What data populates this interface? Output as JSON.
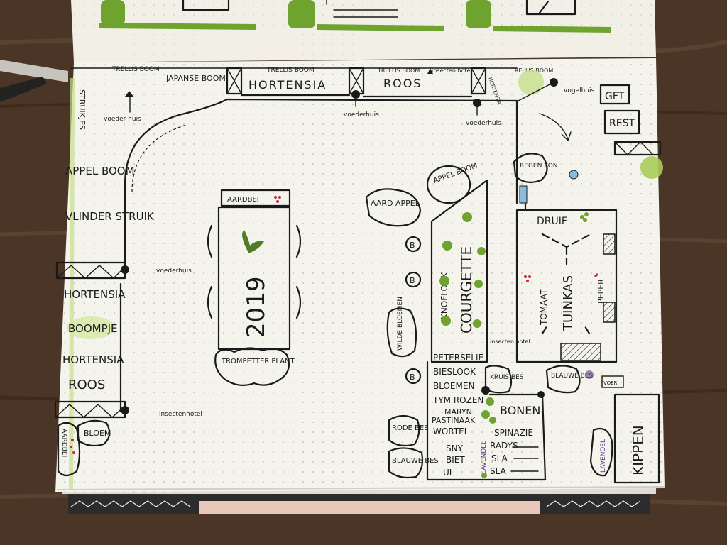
{
  "labels": {
    "trellis_boom_1": "TRELLIS BOOM",
    "trellis_boom_2": "TRELLIS BOOM",
    "trellis_boom_3": "TRELLIS BOOM",
    "trellis_boom_4": "TRELLIS BOOM",
    "japanse_boom": "JAPANSE BOOM",
    "hortensia_top": "HORTENSIA",
    "roos_top": "ROOS",
    "insecten_hotel_top": "insecten hotel",
    "hortensia_small": "HORTENSIA",
    "vogelhuis": "vogelhuis",
    "gft": "GFT",
    "rest": "REST",
    "struikjes": "STRUIKJES",
    "voederhuis_top_left": "voeder huis",
    "voederhuis_mid": "voederhuis",
    "voederhuis_right": "voederhuis",
    "appel_boom_left": "APPEL BOOM",
    "vlinder_struik": "VLINDER STRUIK",
    "voederhuis_left": "voederhuis",
    "hortensia_left_1": "HORTENSIA",
    "boompje": "BOOMPJE",
    "hortensia_left_2": "HORTENSIA",
    "roos_left": "ROOS",
    "insectenhotel_left": "insectenhotel",
    "aardbei_left": "AARDBEI",
    "bloem": "BLOEM",
    "aardbei_top": "AARDBEI",
    "year": "2019",
    "trompetter_plant": "TROMPETTER PLANT",
    "aard_appel": "AARD APPEL",
    "appel_boom_mid": "APPEL BOOM",
    "b1": "B",
    "b2": "B",
    "b3": "B",
    "wilde_bloemen": "WILDE BLOEMEN",
    "knoflook": "KNOFLOOK",
    "courgette": "COURGETTE",
    "insecten_hotel_mid": "insecten hotel",
    "peterselie": "PETERSELIE",
    "bieslook": "BIESLOOK",
    "bloemen": "BLOEMEN",
    "tym_rozen": "TYM ROZEN",
    "maryn": "MARYN",
    "pastinaak": "PASTINAAK",
    "wortel": "WORTEL",
    "kruis_bes": "KRUIS BES",
    "bonen": "BONEN",
    "spinazie": "SPINAZIE",
    "radys": "RADYS",
    "sla_1": "SLA",
    "sla_2": "SLA",
    "sny": "SNY",
    "biet": "BIET",
    "ui": "UI",
    "lavendel_mid": "LAVENDEL",
    "rode_bes": "RODE BES",
    "blauwe_bes_left": "BLAUWE BES",
    "regen_ton": "REGEN TON",
    "druif": "DRUIF",
    "tomaat": "TOMAAT",
    "tuinkas": "TUINKAS",
    "peper": "PEPER",
    "blauwe_bes_right": "BLAUWE BES",
    "voer": "VOER",
    "lavendel_right": "LAVENDEL",
    "kippen": "KIPPEN"
  },
  "colors": {
    "paper": "#f3f2ec",
    "ink": "#1a1a1a",
    "green": "#6fa32f",
    "dark_green": "#4e7d27",
    "light_green": "#c7de8c",
    "red": "#c6283a",
    "purple": "#5b3c8a",
    "blue": "#8bbcd9",
    "wood": "#4a3526"
  }
}
